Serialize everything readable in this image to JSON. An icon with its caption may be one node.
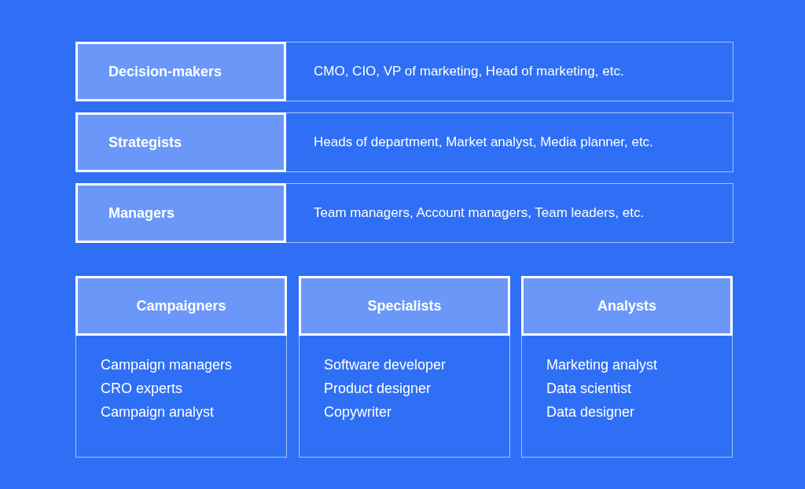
{
  "diagram": {
    "nodes": [
      {
        "text": [
          "Decision-makers",
          "CMO, CIO, VP of marketing, Head of marketing, etc."
        ]
      },
      {
        "text": [
          "Strategists",
          "Heads of department, Market analyst, Media planner, etc."
        ]
      },
      {
        "text": [
          "Managers",
          "Team managers, Account managers, Team leaders, etc."
        ]
      },
      {
        "text": [
          "Campaigners",
          "Campaign managers",
          "CRO experts",
          "Campaign analyst"
        ]
      },
      {
        "text": [
          "Specialists",
          "Software developer",
          "Product designer",
          "Copywriter"
        ]
      },
      {
        "text": [
          "Analysts",
          "Marketing analyst",
          "Data scientist",
          "Data designer"
        ]
      }
    ],
    "edges": []
  }
}
